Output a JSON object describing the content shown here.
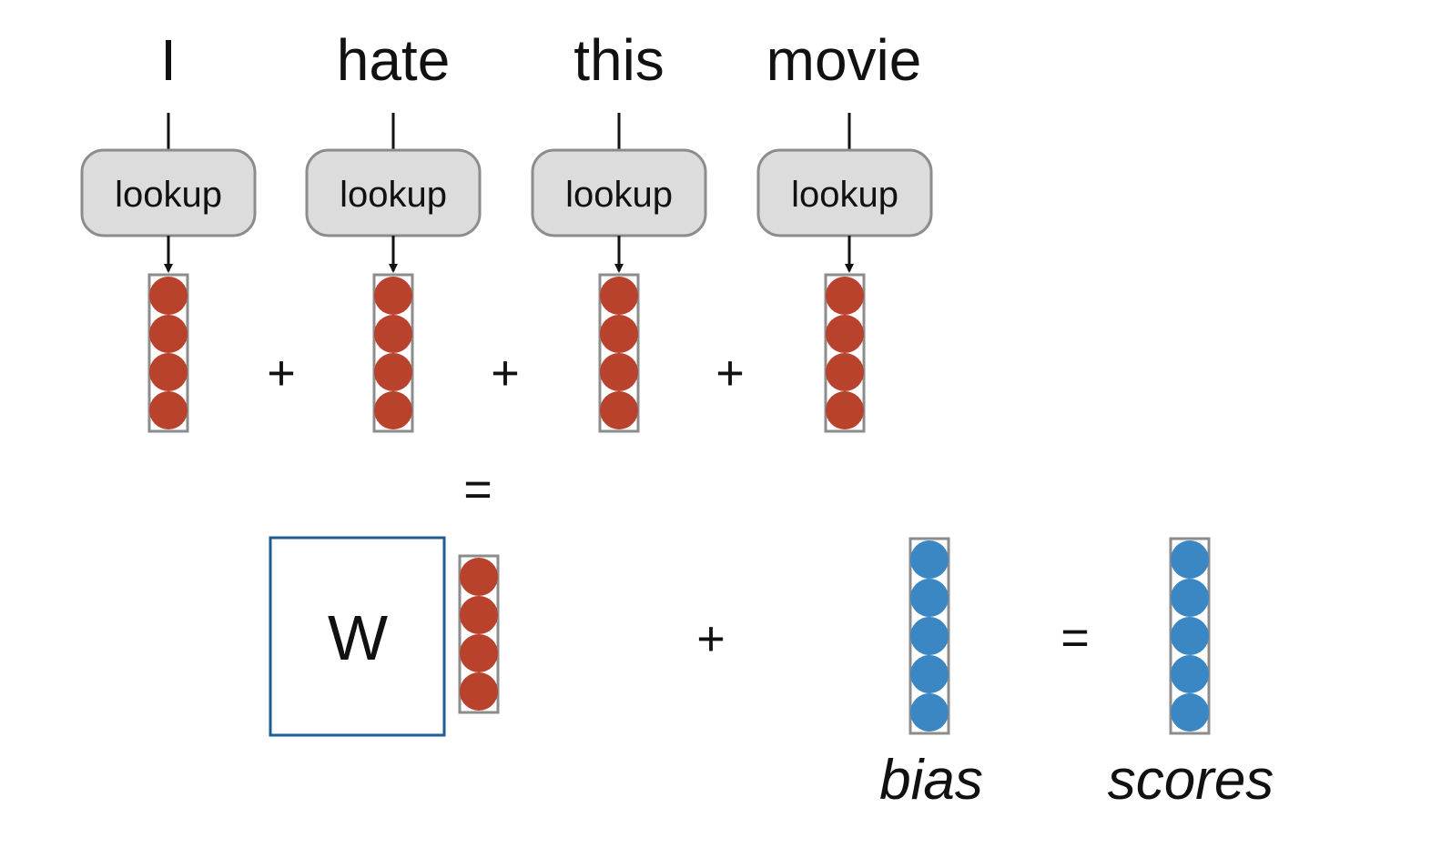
{
  "words": [
    "I",
    "hate",
    "this",
    "movie"
  ],
  "lookup_label": "lookup",
  "embedding_size": 4,
  "score_size": 5,
  "operators": {
    "plus": "+",
    "equals": "="
  },
  "matrix_label": "W",
  "bias_label": "bias",
  "scores_label": "scores",
  "colors": {
    "embedding": "#b9422c",
    "score": "#3b87c3",
    "matrix_border": "#1f5c96",
    "lookup_fill": "#dcdcdc",
    "frame": "#8c8c8c"
  }
}
